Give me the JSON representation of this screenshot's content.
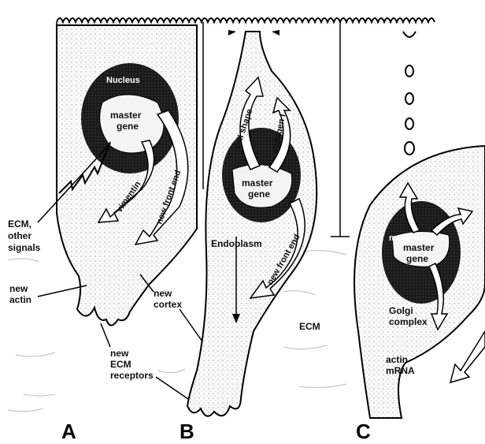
{
  "panels": [
    "A",
    "B",
    "C"
  ],
  "labels": {
    "nucleus": "Nucleus",
    "master_gene": [
      "master",
      "gene"
    ],
    "vimentin": "vimentin",
    "new_front_end": "new front end",
    "ecm_other_signals": [
      "ECM,",
      "other",
      "signals"
    ],
    "new_actin": [
      "new",
      "actin"
    ],
    "new_cortex": [
      "new",
      "cortex"
    ],
    "new_ecm_receptors": [
      "new",
      "ECM",
      "receptors"
    ],
    "cell_shape": "cell shape",
    "collagen_i": "collagen I",
    "endoplasm": "Endoplasm",
    "ecm": "ECM",
    "mesenchyme_master_gene": [
      "mesenchyme",
      "master",
      "gene"
    ],
    "golgi_complex": [
      "Golgi",
      "complex"
    ],
    "actin_mrna": [
      "actin",
      "mRNA"
    ]
  }
}
